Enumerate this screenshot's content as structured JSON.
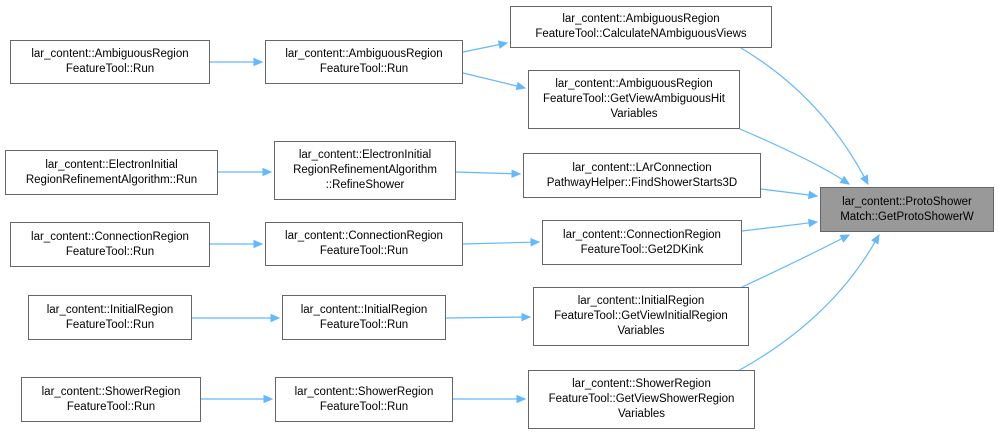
{
  "graph": {
    "nodes": {
      "target": [
        "lar_content::ProtoShower",
        "Match::GetProtoShowerW"
      ],
      "amb_calc": [
        "lar_content::AmbiguousRegion",
        "FeatureTool::CalculateNAmbiguousViews"
      ],
      "amb_getview": [
        "lar_content::AmbiguousRegion",
        "FeatureTool::GetViewAmbiguousHit",
        "Variables"
      ],
      "amb_run_mid": [
        "lar_content::AmbiguousRegion",
        "FeatureTool::Run"
      ],
      "amb_run_left": [
        "lar_content::AmbiguousRegion",
        "FeatureTool::Run"
      ],
      "lar_find": [
        "lar_content::LArConnection",
        "PathwayHelper::FindShowerStarts3D"
      ],
      "eir_refine": [
        "lar_content::ElectronInitial",
        "RegionRefinementAlgorithm",
        "::RefineShower"
      ],
      "eir_run": [
        "lar_content::ElectronInitial",
        "RegionRefinementAlgorithm::Run"
      ],
      "conn_kink": [
        "lar_content::ConnectionRegion",
        "FeatureTool::Get2DKink"
      ],
      "conn_run_mid": [
        "lar_content::ConnectionRegion",
        "FeatureTool::Run"
      ],
      "conn_run_left": [
        "lar_content::ConnectionRegion",
        "FeatureTool::Run"
      ],
      "init_getview": [
        "lar_content::InitialRegion",
        "FeatureTool::GetViewInitialRegion",
        "Variables"
      ],
      "init_run_mid": [
        "lar_content::InitialRegion",
        "FeatureTool::Run"
      ],
      "init_run_left": [
        "lar_content::InitialRegion",
        "FeatureTool::Run"
      ],
      "shower_getview": [
        "lar_content::ShowerRegion",
        "FeatureTool::GetViewShowerRegion",
        "Variables"
      ],
      "shower_run_mid": [
        "lar_content::ShowerRegion",
        "FeatureTool::Run"
      ],
      "shower_run_left": [
        "lar_content::ShowerRegion",
        "FeatureTool::Run"
      ]
    },
    "edges": [
      {
        "from": "amb_calc",
        "to": "target"
      },
      {
        "from": "amb_getview",
        "to": "target"
      },
      {
        "from": "lar_find",
        "to": "target"
      },
      {
        "from": "conn_kink",
        "to": "target"
      },
      {
        "from": "init_getview",
        "to": "target"
      },
      {
        "from": "shower_getview",
        "to": "target"
      },
      {
        "from": "amb_run_mid",
        "to": "amb_calc"
      },
      {
        "from": "amb_run_mid",
        "to": "amb_getview"
      },
      {
        "from": "amb_run_left",
        "to": "amb_run_mid"
      },
      {
        "from": "eir_refine",
        "to": "lar_find"
      },
      {
        "from": "eir_run",
        "to": "eir_refine"
      },
      {
        "from": "conn_run_mid",
        "to": "conn_kink"
      },
      {
        "from": "conn_run_left",
        "to": "conn_run_mid"
      },
      {
        "from": "init_run_mid",
        "to": "init_getview"
      },
      {
        "from": "init_run_left",
        "to": "init_run_mid"
      },
      {
        "from": "shower_run_mid",
        "to": "shower_getview"
      },
      {
        "from": "shower_run_left",
        "to": "shower_run_mid"
      }
    ]
  },
  "colors": {
    "edge": "#63b8ff",
    "node_border": "#666666",
    "focus_fill": "#999999",
    "node_fill": "#ffffff"
  }
}
